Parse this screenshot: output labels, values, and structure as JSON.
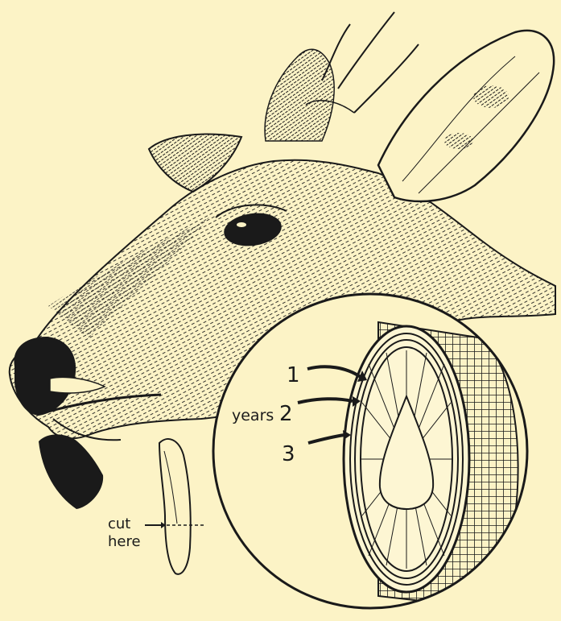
{
  "colors": {
    "paper": "#fcf3c6",
    "ink": "#1a1a1a",
    "cross_section_fill": "#fdf6d3"
  },
  "labels": {
    "ring_1": "1",
    "years": "years",
    "ring_2": "2",
    "ring_3": "3",
    "cut": "cut",
    "here": "here"
  }
}
